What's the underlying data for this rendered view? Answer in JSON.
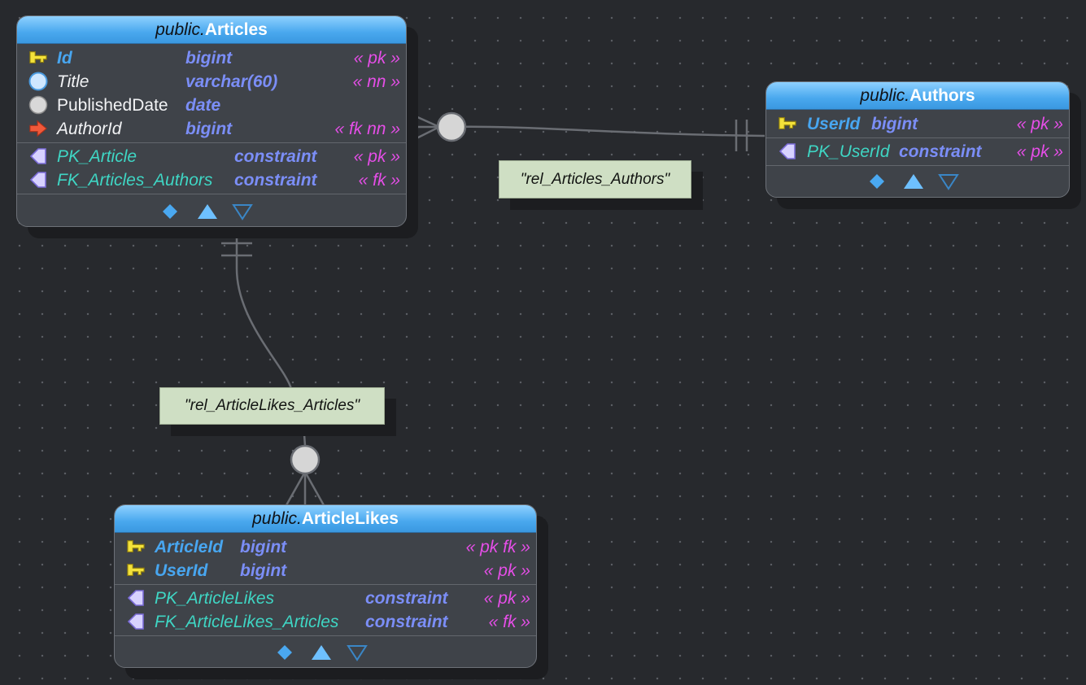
{
  "tables": {
    "articles": {
      "schema": "public.",
      "name": "Articles",
      "columns": [
        {
          "name": "Id",
          "type": "bigint",
          "tags": "« pk »",
          "icon": "primary-key-icon"
        },
        {
          "name": "Title",
          "type": "varchar(60)",
          "tags": "« nn »",
          "icon": "required-column-icon"
        },
        {
          "name": "PublishedDate",
          "type": "date",
          "tags": "",
          "icon": "nullable-column-icon"
        },
        {
          "name": "AuthorId",
          "type": "bigint",
          "tags": "« fk nn »",
          "icon": "foreign-key-arrow-icon"
        }
      ],
      "constraints": [
        {
          "name": "PK_Article",
          "type": "constraint",
          "tags": "« pk »",
          "icon": "constraint-icon"
        },
        {
          "name": "FK_Articles_Authors",
          "type": "constraint",
          "tags": "« fk »",
          "icon": "constraint-icon"
        }
      ]
    },
    "authors": {
      "schema": "public.",
      "name": "Authors",
      "columns": [
        {
          "name": "UserId",
          "type": "bigint",
          "tags": "« pk »",
          "icon": "primary-key-icon"
        }
      ],
      "constraints": [
        {
          "name": "PK_UserId",
          "type": "constraint",
          "tags": "« pk »",
          "icon": "constraint-icon"
        }
      ]
    },
    "article_likes": {
      "schema": "public.",
      "name": "ArticleLikes",
      "columns": [
        {
          "name": "ArticleId",
          "type": "bigint",
          "tags": "« pk fk »",
          "icon": "primary-key-icon"
        },
        {
          "name": "UserId",
          "type": "bigint",
          "tags": "« pk »",
          "icon": "primary-key-icon"
        }
      ],
      "constraints": [
        {
          "name": "PK_ArticleLikes",
          "type": "constraint",
          "tags": "« pk »",
          "icon": "constraint-icon"
        },
        {
          "name": "FK_ArticleLikes_Articles",
          "type": "constraint",
          "tags": "« fk »",
          "icon": "constraint-icon"
        }
      ]
    }
  },
  "relations": {
    "articles_authors": "\"rel_Articles_Authors\"",
    "articlelikes_articles": "\"rel_ArticleLikes_Articles\""
  },
  "colors": {
    "background": "#27292d",
    "header_blue": "#49a8ee",
    "table_body": "#3f4349",
    "note_green": "#cfdfc4",
    "tag_magenta": "#e64ee8",
    "type_purple": "#7b8ef7",
    "constraint_teal": "#3fd6c4"
  }
}
